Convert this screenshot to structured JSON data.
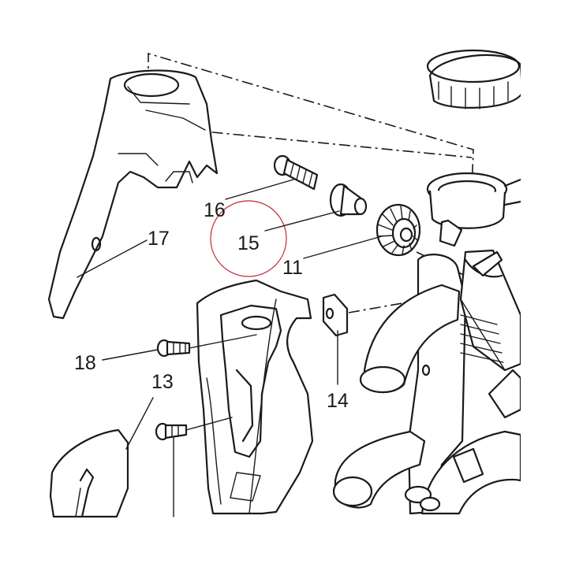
{
  "callouts": [
    {
      "id": "c16",
      "label": "16"
    },
    {
      "id": "c15",
      "label": "15"
    },
    {
      "id": "c17",
      "label": "17"
    },
    {
      "id": "c11",
      "label": "11"
    },
    {
      "id": "c18",
      "label": "18"
    },
    {
      "id": "c13",
      "label": "13"
    },
    {
      "id": "c14",
      "label": "14"
    }
  ],
  "highlight": {
    "target": "15",
    "color": "#c0283a"
  },
  "colors": {
    "line": "#1a1a1a",
    "background": "#ffffff"
  }
}
